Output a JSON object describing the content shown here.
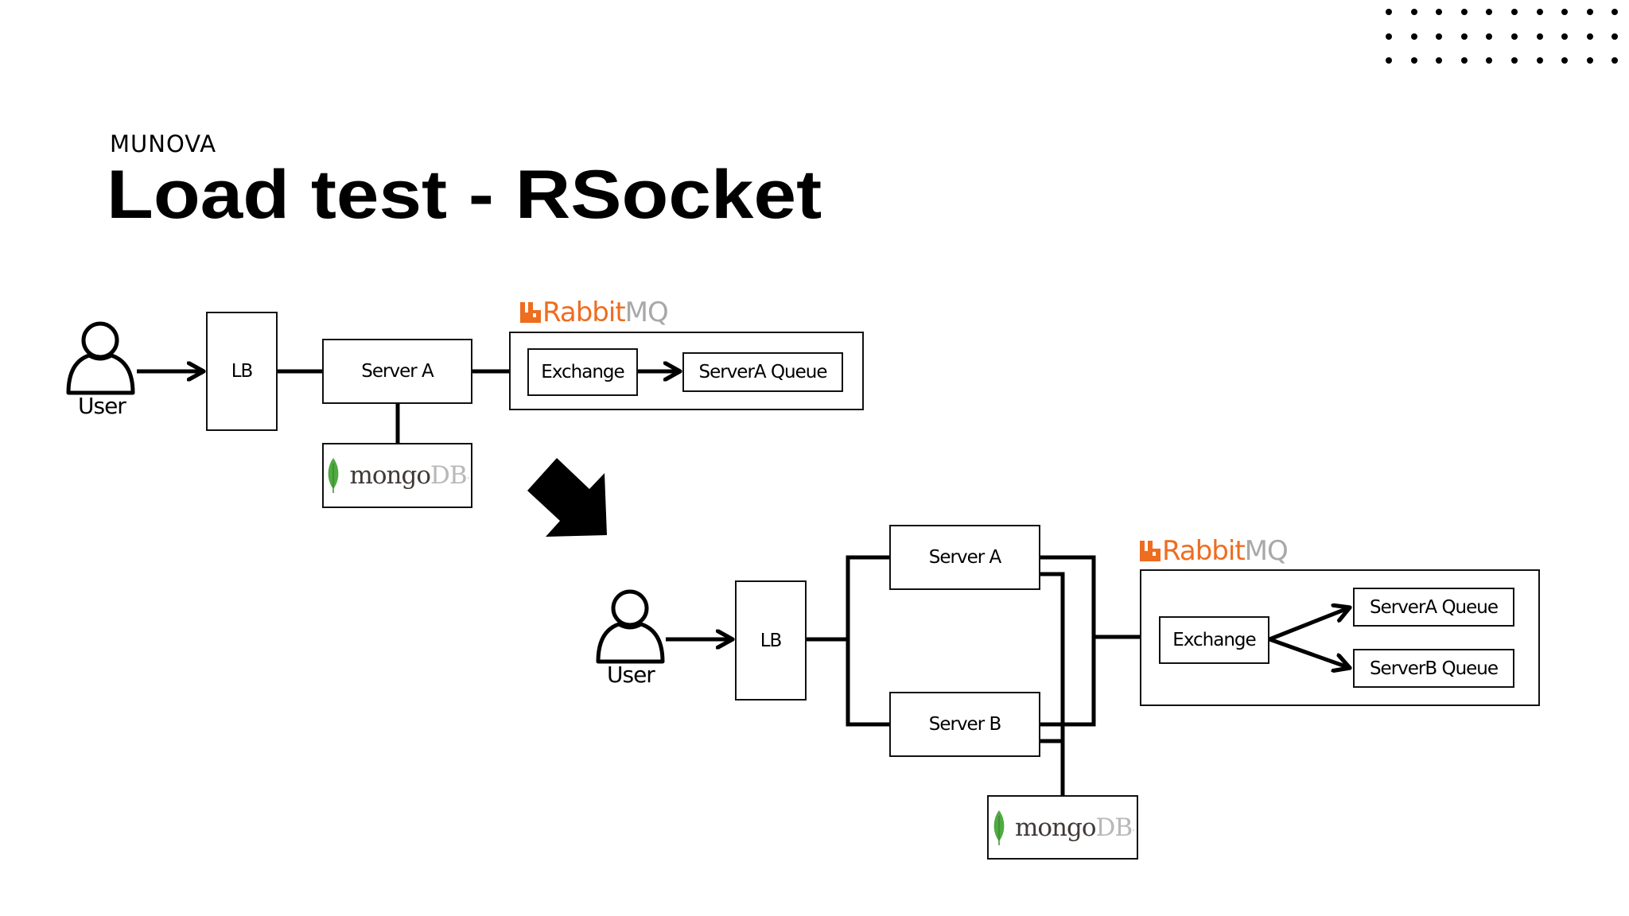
{
  "header": {
    "brand": "MUNOVA",
    "title": "Load test - RSocket"
  },
  "decoration": {
    "dot_grid": {
      "columns": 10,
      "rows": 3
    }
  },
  "colors": {
    "rabbit_orange": "#ee6d1f",
    "rabbit_gray": "#a8a8a8",
    "mongo_green": "#4faa41",
    "mongo_text": "#3f3a38",
    "mongo_db_gray": "#b8b8b8"
  },
  "diagram_before": {
    "user_label": "User",
    "lb_label": "LB",
    "server_a_label": "Server A",
    "rabbit_logo": {
      "part1": "Rabbit",
      "part2": "MQ"
    },
    "exchange_label": "Exchange",
    "queue_a_label": "ServerA Queue",
    "mongo_logo": {
      "part1": "mongo",
      "part2": "DB",
      "suffix": "."
    }
  },
  "transition_arrow": {
    "icon": "arrow-down-right-icon"
  },
  "diagram_after": {
    "user_label": "User",
    "lb_label": "LB",
    "server_a_label": "Server A",
    "server_b_label": "Server B",
    "rabbit_logo": {
      "part1": "Rabbit",
      "part2": "MQ"
    },
    "exchange_label": "Exchange",
    "queue_a_label": "ServerA Queue",
    "queue_b_label": "ServerB Queue",
    "mongo_logo": {
      "part1": "mongo",
      "part2": "DB",
      "suffix": "."
    }
  }
}
